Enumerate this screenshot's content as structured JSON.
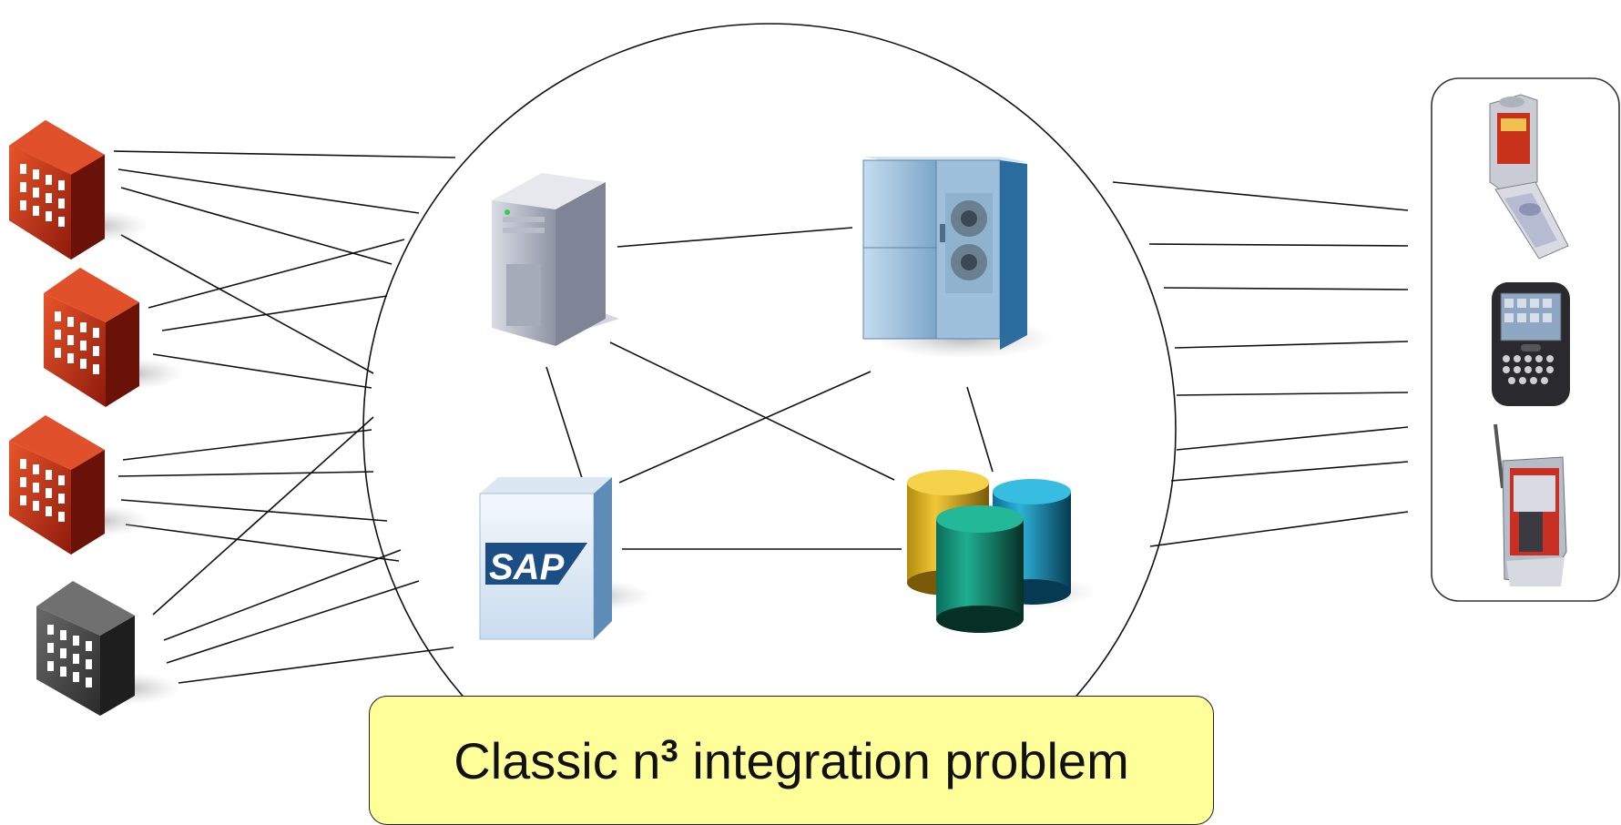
{
  "caption": {
    "text_before": "Classic n",
    "superscript": "3",
    "text_after": " integration problem"
  },
  "left_nodes": [
    {
      "icon": "building-icon",
      "color": "#b52a12"
    },
    {
      "icon": "building-icon",
      "color": "#b52a12"
    },
    {
      "icon": "building-icon",
      "color": "#b52a12"
    },
    {
      "icon": "building-icon",
      "color": "#3a3a3a"
    }
  ],
  "center_nodes": [
    {
      "icon": "server-tower-icon"
    },
    {
      "icon": "mainframe-cabinet-icon"
    },
    {
      "icon": "sap-cube-icon",
      "label": "SAP"
    },
    {
      "icon": "database-cylinders-icon"
    }
  ],
  "right_devices": [
    {
      "icon": "flip-phone-icon"
    },
    {
      "icon": "smartphone-icon"
    },
    {
      "icon": "pda-card-icon"
    }
  ]
}
